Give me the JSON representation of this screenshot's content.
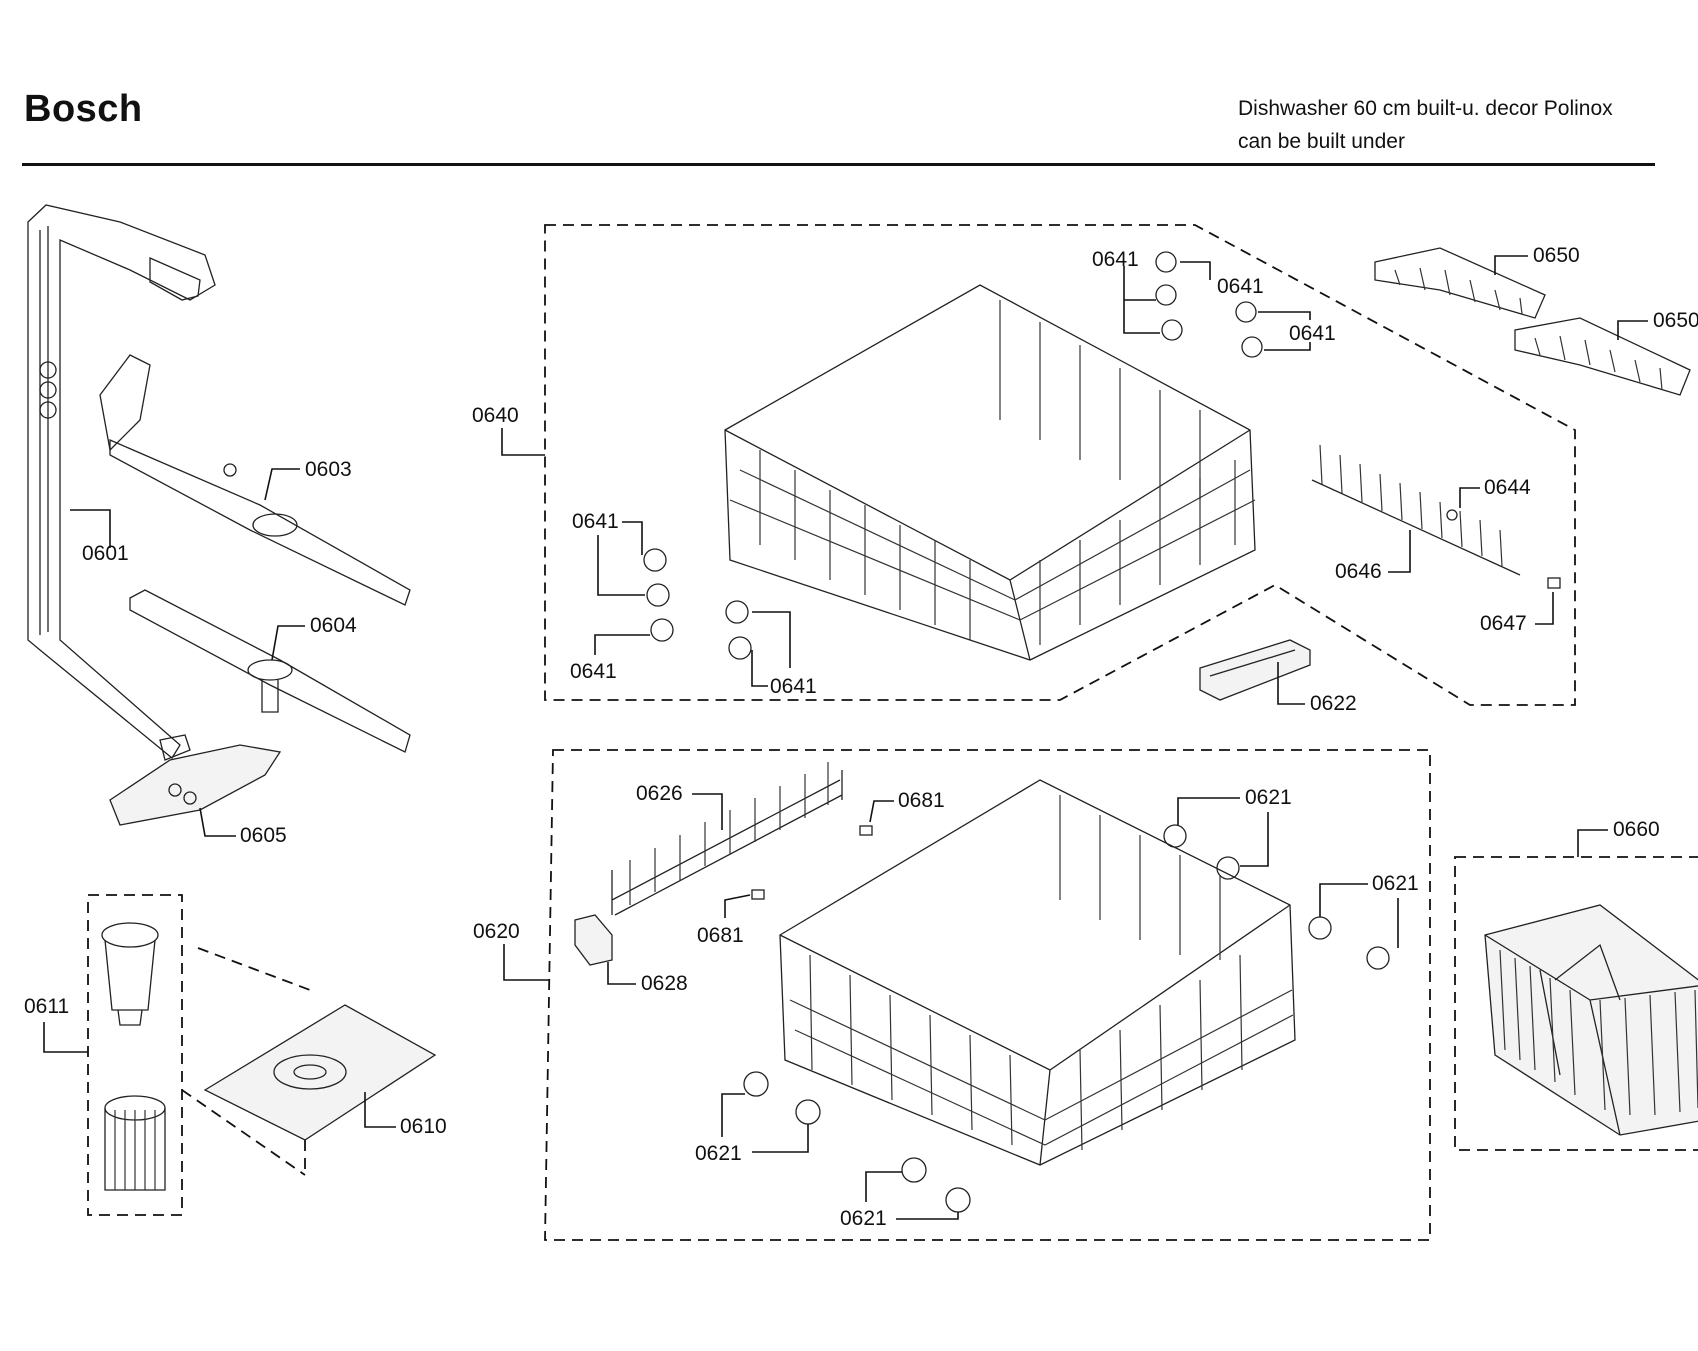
{
  "header": {
    "brand": "Bosch",
    "description_line1": "Dishwasher 60 cm built-u. decor Polinox",
    "description_line2": "can be built under"
  },
  "labels": {
    "l0601": "0601",
    "l0603": "0603",
    "l0604": "0604",
    "l0605": "0605",
    "l0611": "0611",
    "l0610": "0610",
    "l0640": "0640",
    "l0641_a": "0641",
    "l0641_b": "0641",
    "l0641_c": "0641",
    "l0641_d": "0641",
    "l0641_e": "0641",
    "l0641_f": "0641",
    "l0650_a": "0650",
    "l0650_b": "0650",
    "l0644": "0644",
    "l0646": "0646",
    "l0647": "0647",
    "l0622": "0622",
    "l0620": "0620",
    "l0626": "0626",
    "l0681_a": "0681",
    "l0681_b": "0681",
    "l0628": "0628",
    "l0621_a": "0621",
    "l0621_b": "0621",
    "l0621_c": "0621",
    "l0621_d": "0621",
    "l0660": "0660"
  }
}
